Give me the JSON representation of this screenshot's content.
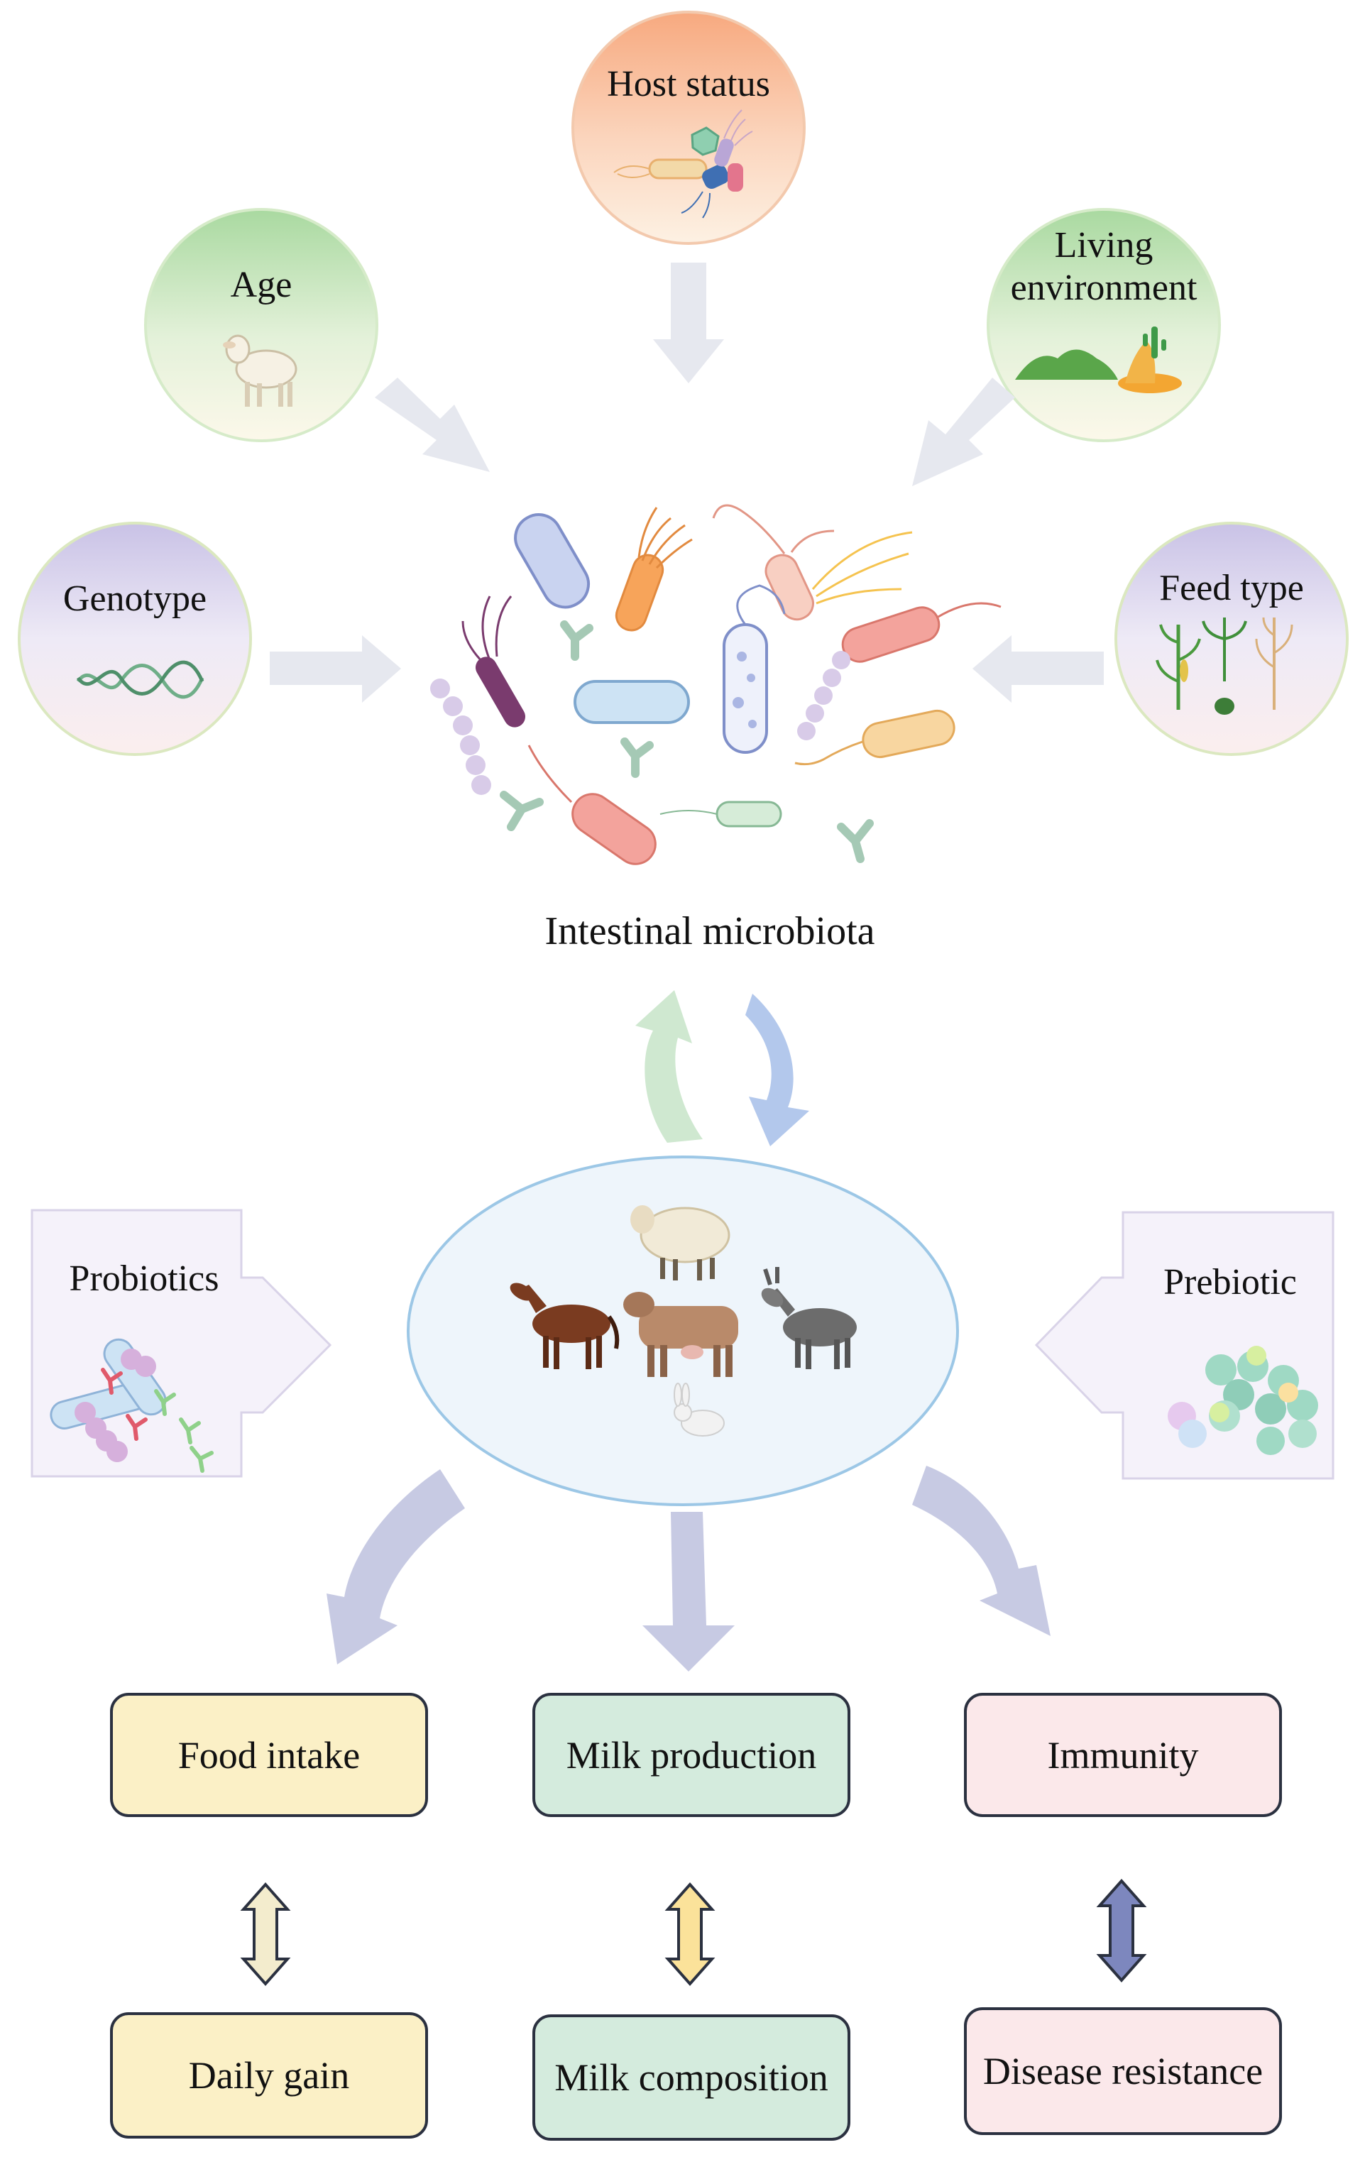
{
  "factors": {
    "host_status": "Host status",
    "age": "Age",
    "living_environment_line1": "Living",
    "living_environment_line2": "environment",
    "genotype": "Genotype",
    "feed_type": "Feed type"
  },
  "center": {
    "microbiota_label": "Intestinal microbiota"
  },
  "modulators": {
    "probiotics": "Probiotics",
    "prebiotic": "Prebiotic"
  },
  "outcomes": {
    "food_intake": "Food intake",
    "milk_production": "Milk production",
    "immunity": "Immunity",
    "daily_gain": "Daily gain",
    "milk_composition": "Milk composition",
    "disease_resistance": "Disease resistance"
  },
  "colors": {
    "factor_arrow": "#e6e8ef",
    "outcome_arrow": "#c7cae3",
    "cycle_up_arrow": "#cfe8d0",
    "cycle_down_arrow": "#b3c8ec",
    "ellipse_fill": "#eef5fb",
    "ellipse_stroke": "#9cc7e6",
    "box_border": "#2b3140",
    "yellow_box": "#fbf0c6",
    "green_box": "#d4ebdd",
    "pink_box": "#fbe8ea"
  },
  "icons": [
    "lamb-icon",
    "bacteria-icon",
    "landscape-icon",
    "dna-icon",
    "plants-icon",
    "sheep-icon",
    "horse-icon",
    "cow-icon",
    "donkey-icon",
    "rabbit-icon",
    "probiotic-bacteria-icon",
    "prebiotic-beads-icon"
  ]
}
